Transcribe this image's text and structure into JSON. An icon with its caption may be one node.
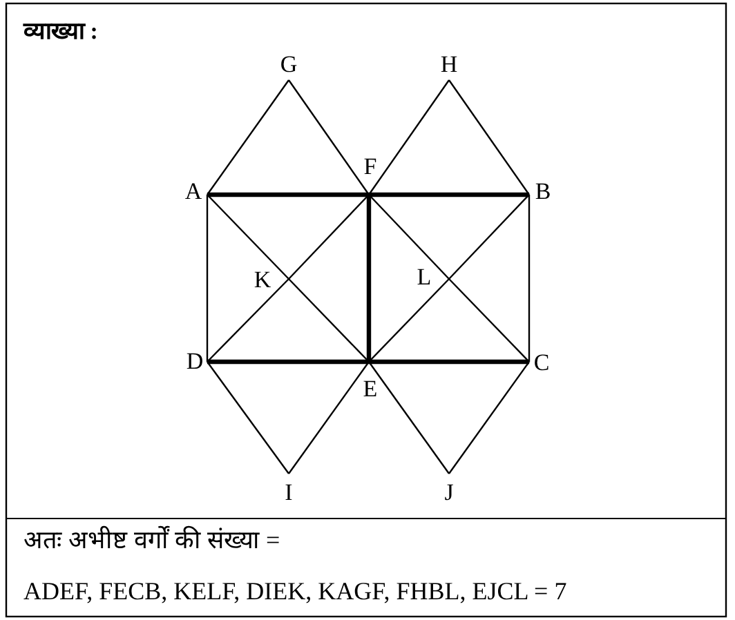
{
  "diagram": {
    "title": "व्याख्या :",
    "nodes": [
      {
        "text": [
          "G"
        ]
      },
      {
        "text": [
          "H"
        ]
      },
      {
        "text": [
          "A"
        ]
      },
      {
        "text": [
          "F"
        ]
      },
      {
        "text": [
          "B"
        ]
      },
      {
        "text": [
          "K"
        ]
      },
      {
        "text": [
          "L"
        ]
      },
      {
        "text": [
          "D"
        ]
      },
      {
        "text": [
          "E"
        ]
      },
      {
        "text": [
          "C"
        ]
      },
      {
        "text": [
          "I"
        ]
      },
      {
        "text": [
          "J"
        ]
      }
    ],
    "edges": [
      {
        "from": 2,
        "to": 3,
        "arrow": "none",
        "style": "thick"
      },
      {
        "from": 3,
        "to": 4,
        "arrow": "none",
        "style": "thick"
      },
      {
        "from": 7,
        "to": 8,
        "arrow": "none",
        "style": "thick"
      },
      {
        "from": 8,
        "to": 9,
        "arrow": "none",
        "style": "thick"
      },
      {
        "from": 3,
        "to": 8,
        "arrow": "none",
        "style": "thick"
      },
      {
        "from": 2,
        "to": 7,
        "arrow": "none"
      },
      {
        "from": 4,
        "to": 9,
        "arrow": "none"
      },
      {
        "from": 2,
        "to": 0,
        "arrow": "none"
      },
      {
        "from": 0,
        "to": 3,
        "arrow": "none"
      },
      {
        "from": 3,
        "to": 1,
        "arrow": "none"
      },
      {
        "from": 1,
        "to": 4,
        "arrow": "none"
      },
      {
        "from": 7,
        "to": 10,
        "arrow": "none"
      },
      {
        "from": 10,
        "to": 8,
        "arrow": "none"
      },
      {
        "from": 8,
        "to": 11,
        "arrow": "none"
      },
      {
        "from": 11,
        "to": 9,
        "arrow": "none"
      },
      {
        "from": 2,
        "to": 5,
        "arrow": "none"
      },
      {
        "from": 5,
        "to": 8,
        "arrow": "none"
      },
      {
        "from": 7,
        "to": 5,
        "arrow": "none"
      },
      {
        "from": 5,
        "to": 3,
        "arrow": "none"
      },
      {
        "from": 3,
        "to": 6,
        "arrow": "none"
      },
      {
        "from": 6,
        "to": 9,
        "arrow": "none"
      },
      {
        "from": 8,
        "to": 6,
        "arrow": "none"
      },
      {
        "from": 6,
        "to": 4,
        "arrow": "none"
      }
    ],
    "labels": [
      "अतः अभीष्ट वर्गों की संख्या =",
      "ADEF, FECB, KELF, DIEK, KAGF, FHBL, EJCL = 7"
    ]
  }
}
